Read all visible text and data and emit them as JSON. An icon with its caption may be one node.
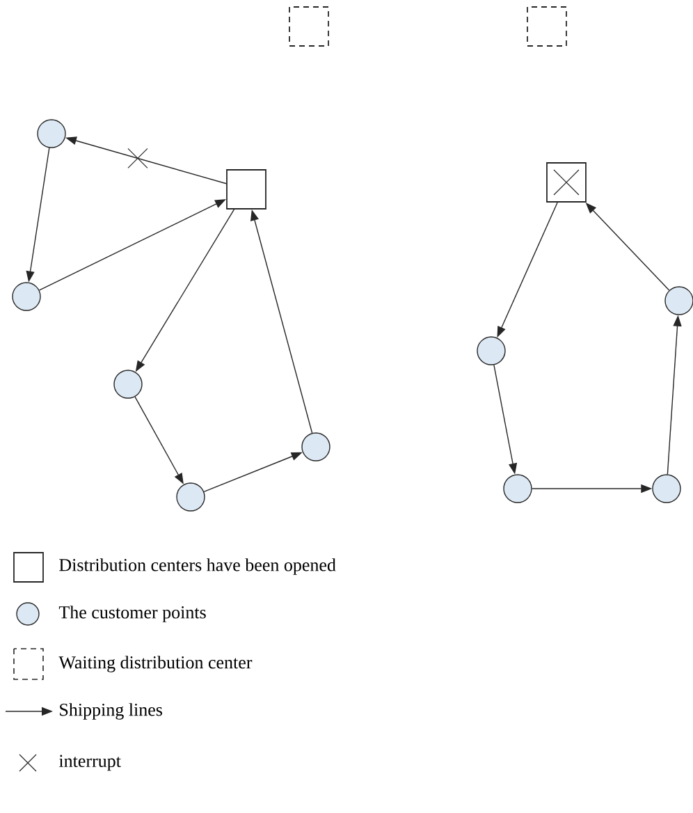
{
  "diagram": {
    "nodes": [
      {
        "text": [],
        "shape": "box"
      },
      {
        "text": [],
        "shape": "box"
      },
      {
        "text": [],
        "shape": "circle"
      },
      {
        "text": [],
        "shape": "box"
      },
      {
        "text": [],
        "shape": "circle"
      },
      {
        "text": [],
        "shape": "circle"
      },
      {
        "text": [],
        "shape": "circle"
      },
      {
        "text": [],
        "shape": "circle"
      },
      {
        "text": [],
        "shape": "box"
      },
      {
        "text": [],
        "shape": "circle"
      },
      {
        "text": [],
        "shape": "circle"
      },
      {
        "text": [],
        "shape": "circle"
      },
      {
        "text": [],
        "shape": "circle"
      }
    ],
    "edges": [
      {
        "from": 3,
        "to": 2,
        "arrow": "to"
      },
      {
        "from": 2,
        "to": 4,
        "arrow": "to"
      },
      {
        "from": 4,
        "to": 3,
        "arrow": "to"
      },
      {
        "from": 3,
        "to": 5,
        "arrow": "to"
      },
      {
        "from": 5,
        "to": 6,
        "arrow": "to"
      },
      {
        "from": 6,
        "to": 7,
        "arrow": "to"
      },
      {
        "from": 7,
        "to": 3,
        "arrow": "to"
      },
      {
        "from": 8,
        "to": 9,
        "arrow": "to"
      },
      {
        "from": 9,
        "to": 11,
        "arrow": "to"
      },
      {
        "from": 11,
        "to": 12,
        "arrow": "to"
      },
      {
        "from": 12,
        "to": 10,
        "arrow": "to"
      },
      {
        "from": 10,
        "to": 8,
        "arrow": "to"
      }
    ],
    "legend": [
      {
        "text": "Distribution centers have been opened"
      },
      {
        "text": "The customer points"
      },
      {
        "text": "Waiting distribution center"
      },
      {
        "text": "Shipping lines"
      },
      {
        "text": "interrupt"
      }
    ]
  }
}
